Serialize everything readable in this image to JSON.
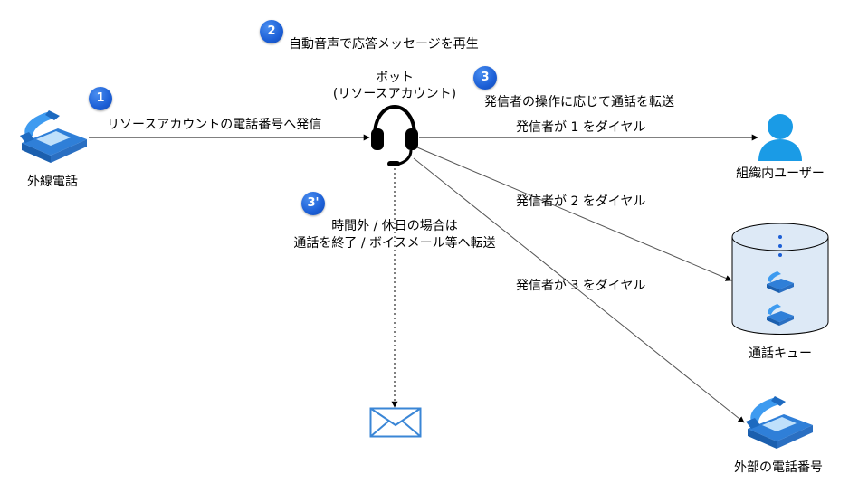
{
  "badges": {
    "step1": "1",
    "step2": "2",
    "step3": "3",
    "step3_alt": "3'"
  },
  "nodes": {
    "external_phone": "外線電話",
    "bot_line1": "ボット",
    "bot_line2": "(リソースアカウント)",
    "org_user": "組織内ユーザー",
    "call_queue": "通話キュー",
    "external_number": "外部の電話番号"
  },
  "steps": {
    "step1_label": "リソースアカウントの電話番号へ発信",
    "step2_label": "自動音声で応答メッセージを再生",
    "step3_label": "発信者の操作に応じて通話を転送",
    "step3_alt_line1": "時間外 / 休日の場合は",
    "step3_alt_line2": "通話を終了 / ボイスメール等へ転送"
  },
  "edges": {
    "dial1": "発信者が 1 をダイヤル",
    "dial2": "発信者が 2 をダイヤル",
    "dial3": "発信者が 3 をダイヤル"
  },
  "colors": {
    "accent": "#1c5fd6",
    "phone_blue": "#3b8ee0",
    "user_blue": "#1a9be6",
    "envelope": "#3a86d6",
    "line": "#555555"
  },
  "icons": {
    "phone": "desk-phone-icon",
    "headset": "headset-icon",
    "user": "user-icon",
    "queue": "database-cylinder-icon",
    "mail": "envelope-icon"
  }
}
